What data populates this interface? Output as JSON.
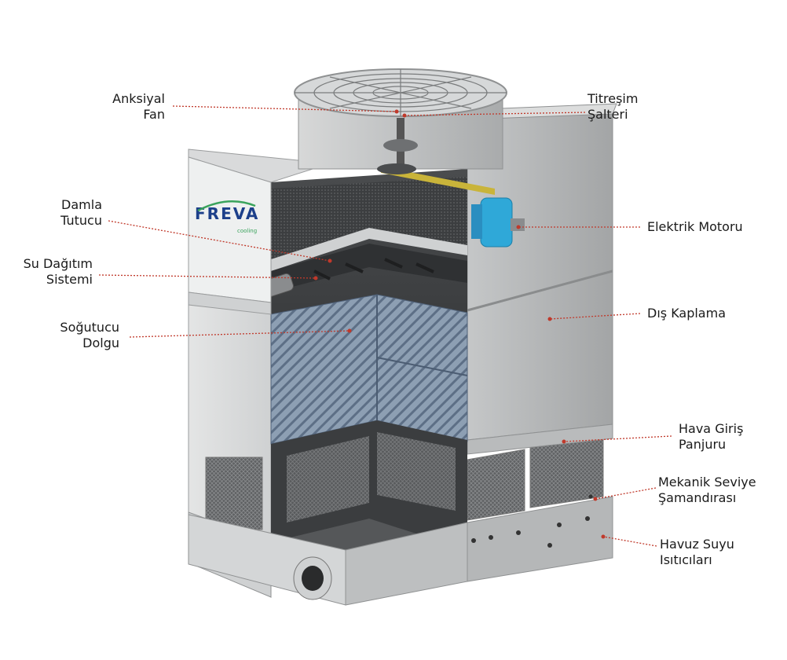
{
  "labels": {
    "anksiyal_fan": [
      "Anksiyal",
      "Fan"
    ],
    "titresim_salteri": [
      "Titreşim",
      "Şalteri"
    ],
    "damla_tutucu": [
      "Damla",
      "Tutucu"
    ],
    "elektrik_motoru": [
      "Elektrik Motoru"
    ],
    "su_dagitim": [
      "Su Dağıtım",
      "Sistemi"
    ],
    "dis_kaplama": [
      "Dış Kaplama"
    ],
    "sogutucu_dolgu": [
      "Soğutucu",
      "Dolgu"
    ],
    "hava_giris": [
      "Hava Giriş",
      "Panjuru"
    ],
    "mekanik_seviye": [
      "Mekanik Seviye",
      "Şamandırası"
    ],
    "havuz_suyu": [
      "Havuz Suyu",
      "Isıtıcıları"
    ]
  },
  "logo": {
    "word": "FREVA",
    "sub": "cooling"
  },
  "colors": {
    "leader_line": "#c0392b",
    "logo_blue": "#1c3f8a",
    "logo_green": "#3aa35c",
    "motor_blue": "#2fa8d8",
    "steel": "#c9cbcc"
  }
}
